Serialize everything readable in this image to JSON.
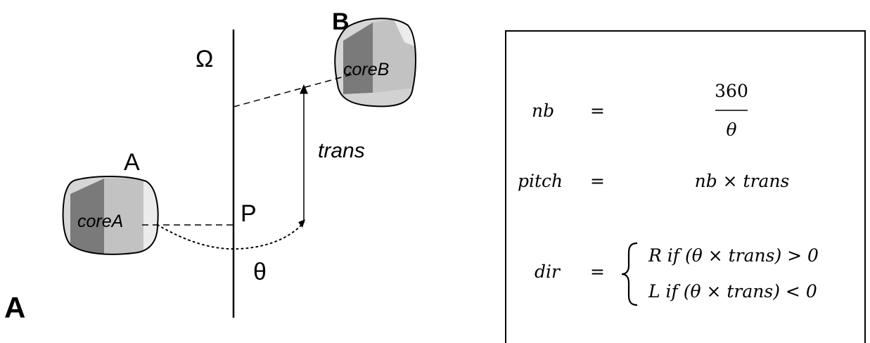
{
  "labels": {
    "omega": "Ω",
    "block_b": "B",
    "core_b": "coreB",
    "block_a": "A",
    "core_a": "coreA",
    "point_p": "P",
    "theta": "θ",
    "trans": "trans",
    "panel": "A"
  },
  "equations": {
    "nb": {
      "lhs": "nb",
      "eq": "=",
      "numerator": "360",
      "denominator": "θ"
    },
    "pitch": {
      "lhs": "pitch",
      "eq": "=",
      "rhs": "nb × trans"
    },
    "dir": {
      "lhs": "dir",
      "eq": "=",
      "case_right": "R if (θ × trans) > 0",
      "case_left": "L if (θ × trans) < 0"
    }
  },
  "colors": {
    "face_dark": "#7a7a7a",
    "face_mid": "#c2c2c2",
    "face_light": "#e8e8e8",
    "ink": "#000000"
  }
}
